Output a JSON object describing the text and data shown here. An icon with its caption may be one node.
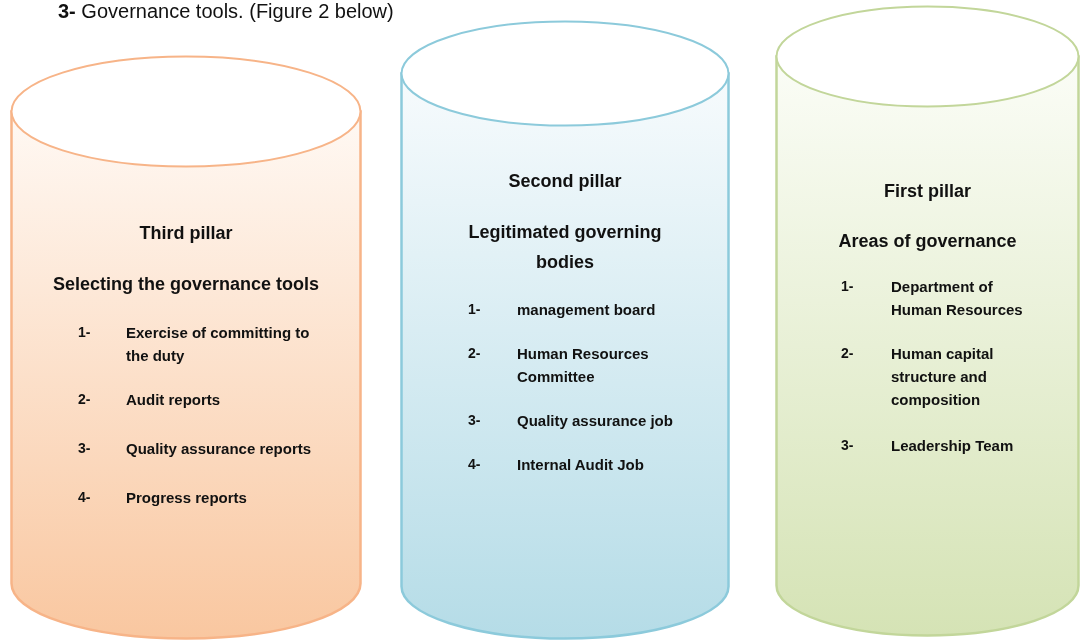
{
  "diagram": {
    "title": "**3-** Governance tools. (Figure 2 below)",
    "nodes": [
      {
        "text": [
          "Third pillar",
          "Selecting the governance tools",
          "1-",
          "Exercise of committing to the duty",
          "2-",
          "Audit reports",
          "3-",
          "Quality assurance reports",
          "4-",
          "Progress reports"
        ]
      },
      {
        "text": [
          "Second pillar",
          "Legitimated governing bodies",
          "1-",
          "management board",
          "2-",
          "Human Resources Committee",
          "3-",
          "Quality assurance job",
          "4-",
          "Internal Audit Job"
        ]
      },
      {
        "text": [
          "First pillar",
          "Areas of governance",
          "1-",
          "Department of Human Resources",
          "2-",
          "Human capital structure and composition",
          "3-",
          "Leadership Team"
        ]
      }
    ],
    "edges": []
  }
}
